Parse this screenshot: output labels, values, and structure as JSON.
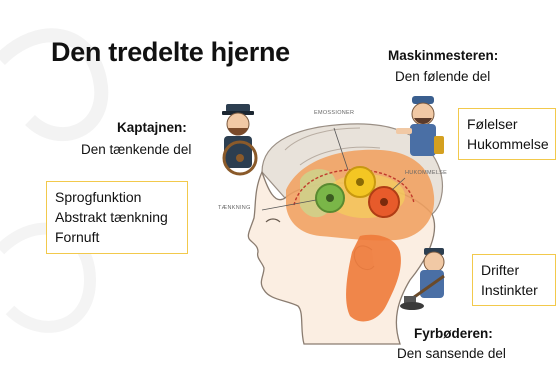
{
  "title": "Den tredelte hjerne",
  "kaptajn": {
    "name": "Kaptajnen:",
    "desc": "Den tænkende del"
  },
  "maskin": {
    "name": "Maskinmesteren:",
    "desc": "Den følende del"
  },
  "fyr": {
    "name": "Fyrbøderen:",
    "desc": "Den sansende del"
  },
  "box_left": [
    "Sprogfunktion",
    "Abstrakt tænkning",
    "Fornuft"
  ],
  "box_right_top": [
    "Følelser",
    "Hukommelse"
  ],
  "box_right_bottom": [
    "Drifter",
    "Instinkter"
  ],
  "brain_labels": {
    "emotion": "EMOSSIONER",
    "memory": "HUKOMMELSE",
    "think": "TÆNKNING"
  },
  "colors": {
    "box_border": "#f2c94c",
    "cortex": "#f0a060",
    "limbic": "#f5d35a",
    "brainstem": "#ee7a3a"
  }
}
